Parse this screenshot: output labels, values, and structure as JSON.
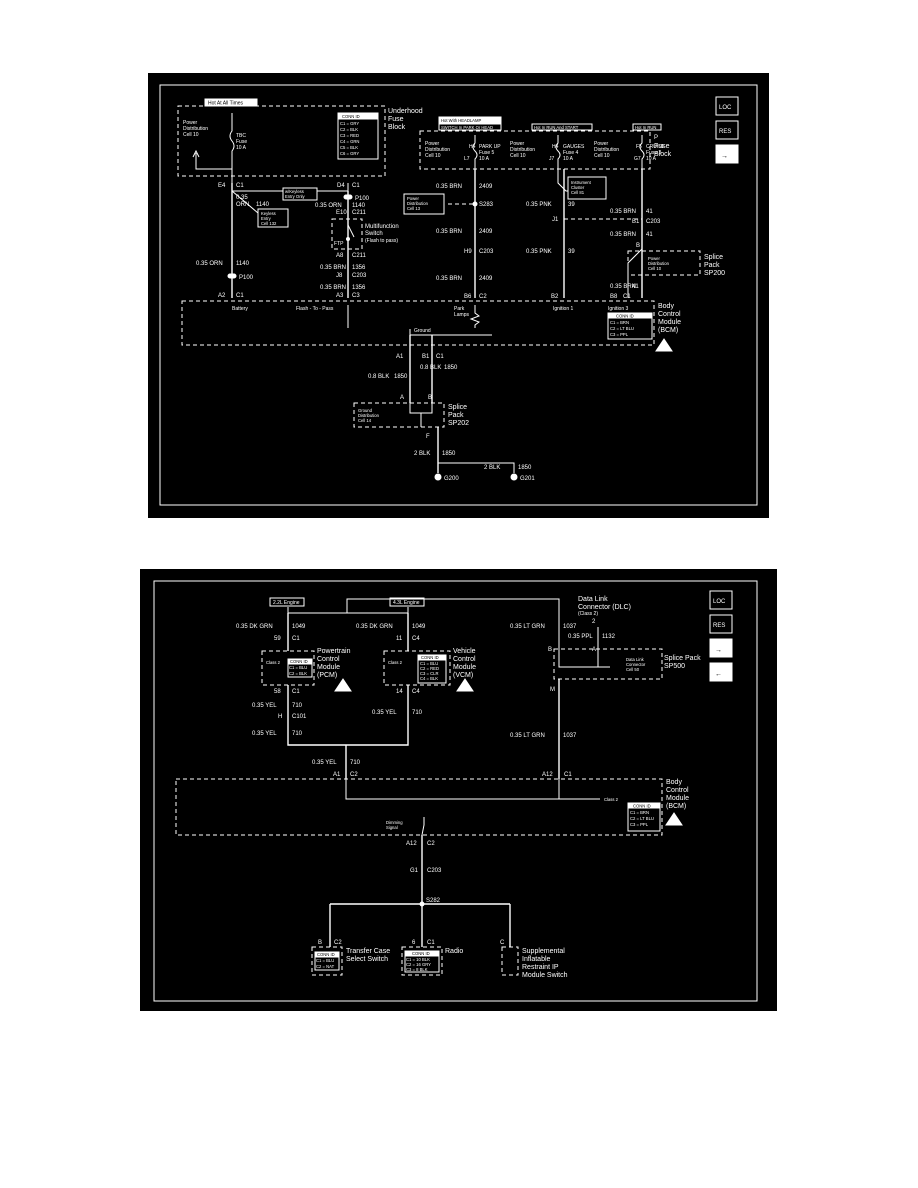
{
  "top": {
    "underhood_fuse_block": "Underhood Fuse Block",
    "underhood_fuse_block_lines": [
      "Underhood",
      "Fuse",
      "Block"
    ],
    "hot_at_all_times": "Hot At All Times",
    "power_distribution_cell": [
      "Power",
      "Distribution",
      "Cell 10"
    ],
    "tbc_fuse": [
      "TBC",
      "Fuse",
      "10 A"
    ],
    "conn_id_label": "CONN ID",
    "underhood_conn_ids": [
      "C1 = GRY",
      "C2 = BLK",
      "C3 = RED",
      "C4 = GRN",
      "C5 = BLK",
      "C6 = GRY"
    ],
    "e4_label": "E4",
    "c1_label": "C1",
    "d4_label": "D4",
    "p100_label": "P100",
    "wire_035": "0.35",
    "orn_label": "ORN",
    "c1140_label": "1140",
    "keyless_entry_only": [
      "w/Keyless",
      "Entry Only"
    ],
    "keyless_entry_cell": [
      "Keyless",
      "Entry",
      "Cell 132"
    ],
    "orn_1140_full": "0.35 ORN",
    "e10_label": "E10",
    "c211_label": "C211",
    "multifunction_switch": [
      "Multifunction",
      "Switch",
      "(Flash to pass)"
    ],
    "ftp_label": "FTP",
    "a8_label": "A8",
    "c211b_label": "C211",
    "brn_1356": "0.35 BRN",
    "c1356_label": "1356",
    "j8_label": "J8",
    "c203_label": "C203",
    "orn_left": "0.35 ORN",
    "left_1140": "1140",
    "p100_left": "P100",
    "a2_label": "A2",
    "c1_left": "C1",
    "a3_label": "A3",
    "c3_label": "C3",
    "battery_label": "Battery",
    "flash_to_pass_label": "Flash - To - Pass",
    "headlamp_label": [
      "Hot With HEADLAMP",
      "SWITCH In PARK Or HEAD"
    ],
    "hot_run_start": "Hot In RUN And START",
    "hot_run": "Hot In RUN",
    "parkup_fuse": [
      "PARK UP",
      "Fuse 5",
      "10 A"
    ],
    "h4_label": "H4",
    "l7_label": "L7",
    "gauges_fuse": [
      "GAUGES",
      "Fuse 4",
      "10 A"
    ],
    "h4b_label": "H4",
    "j7_label": "J7",
    "cruise_fuse": [
      "CRUISE",
      "Fuse 3",
      "10 A"
    ],
    "f5_label": "F5",
    "g7_label": "G7",
    "fuse_block": [
      "Fuse",
      "Block"
    ],
    "p_label": "P",
    "brn_2409": "0.35 BRN",
    "c2409_label": "2409",
    "s283_label": "S283",
    "power_dist_cell13": [
      "Power",
      "Distribution",
      "Cell 13"
    ],
    "h9_label": "H9",
    "c203b_label": "C203",
    "b6_label": "B6",
    "c2_label": "C2",
    "park_lamps": [
      "Park",
      "Lamps"
    ],
    "pnk_39": "0.35 PNK",
    "c39_label": "39",
    "instrument_cluster": [
      "Instrument",
      "Cluster",
      "Cell 81"
    ],
    "j1_label": "J1",
    "b1_label": "B1",
    "c203c_label": "C203",
    "brn_41": "0.35 BRN",
    "c41_label": "41",
    "b_label": "B",
    "splice_pack_sp200": [
      "Splice",
      "Pack",
      "SP200"
    ],
    "power_dist_cell10": [
      "Power",
      "Distribution",
      "Cell 10"
    ],
    "b2_label": "B2",
    "b8_label": "B8",
    "c1b_label": "C1",
    "ignition1": "Ignition 1",
    "ignition3": "Ignition 3",
    "bcm_label": [
      "Body",
      "Control",
      "Module",
      "(BCM)"
    ],
    "bcm_conn_ids": [
      "C1 = BRN",
      "C2 = LT BLU",
      "C3 = PPL"
    ],
    "ground_label": "Ground",
    "a1_label": "A1",
    "b1b_label": "B1",
    "c1c_label": "C1",
    "blk_08": "0.8 BLK",
    "c1850_label": "1850",
    "a_label": "A",
    "bb_label": "B",
    "ground_dist": [
      "Ground",
      "Distribution",
      "Cell 14"
    ],
    "splice_pack_sp202": [
      "Splice",
      "Pack",
      "SP202"
    ],
    "f_label": "F",
    "blk_2": "2 BLK",
    "g200_label": "G200",
    "g201_label": "G201"
  },
  "bottom": {
    "engine_22": "2.2L Engine",
    "engine_43": "4.3L Engine",
    "dlc": [
      "Data Link",
      "Connector (DLC)",
      "(Class 2)"
    ],
    "dk_grn": "0.35 DK GRN",
    "c1049": "1049",
    "n59": "59",
    "c1": "C1",
    "n11": "11",
    "c4": "C4",
    "pcm": [
      "Powertrain",
      "Control",
      "Module",
      "(PCM)"
    ],
    "vcm": [
      "Vehicle",
      "Control",
      "Module",
      "(VCM)"
    ],
    "class2": "Class 2",
    "conn_id": "CONN ID",
    "pcm_conn": [
      "C1 = BLU",
      "C2 = BLK"
    ],
    "vcm_conn": [
      "C1 = BLU",
      "C2 = RED",
      "C3 = CLR",
      "C4 = BLK"
    ],
    "lt_grn": "0.35 LT GRN",
    "c1037": "1037",
    "n2": "2",
    "ppl": "0.35 PPL",
    "c1132": "1132",
    "b": "B",
    "a": "A",
    "splice_pack_sp500": [
      "Splice Pack",
      "SP500"
    ],
    "dlc_cell": [
      "Data Link",
      "Connector",
      "Cell 50"
    ],
    "m": "M",
    "n58": "58",
    "n14": "14",
    "yel": "0.35 YEL",
    "c710": "710",
    "h": "H",
    "c101": "C101",
    "yel_710": "0.35 YEL",
    "a1": "A1",
    "c2": "C2",
    "a12": "A12",
    "bcm": [
      "Body",
      "Control",
      "Module",
      "(BCM)"
    ],
    "class2b": "Class 2",
    "bcm_conn": [
      "C1 = BRN",
      "C2 = LT BLU",
      "C3 = PPL"
    ],
    "dimming": [
      "Dimming",
      "Signal"
    ],
    "g1": "G1",
    "c203": "C203",
    "s282": "S282",
    "n6": "6",
    "c": "C",
    "transfer_case": [
      "Transfer Case",
      "Select Switch"
    ],
    "tc_conn": [
      "C1 = BLU",
      "C2 = NAT"
    ],
    "radio": "Radio",
    "radio_conn": [
      "C1 = 10 BLK",
      "C2 = 16 GRY",
      "C3 = 8 BLK"
    ],
    "sir": [
      "Supplemental",
      "Inflatable",
      "Restraint IP",
      "Module Switch"
    ]
  },
  "nav": {
    "loc": "LOC",
    "res": "RES",
    "next": "→",
    "prev": "←"
  }
}
